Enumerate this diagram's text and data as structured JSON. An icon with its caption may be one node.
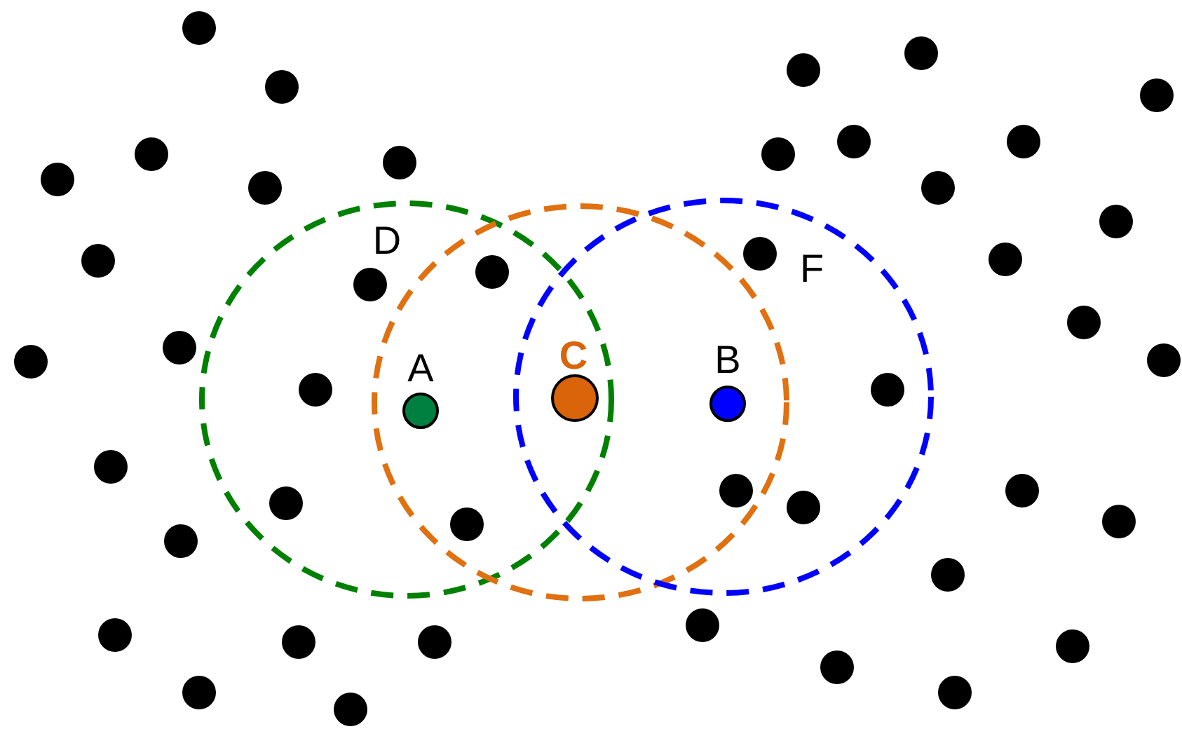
{
  "diagram": {
    "labels": [
      "D",
      "A",
      "C",
      "B",
      "F"
    ]
  }
}
